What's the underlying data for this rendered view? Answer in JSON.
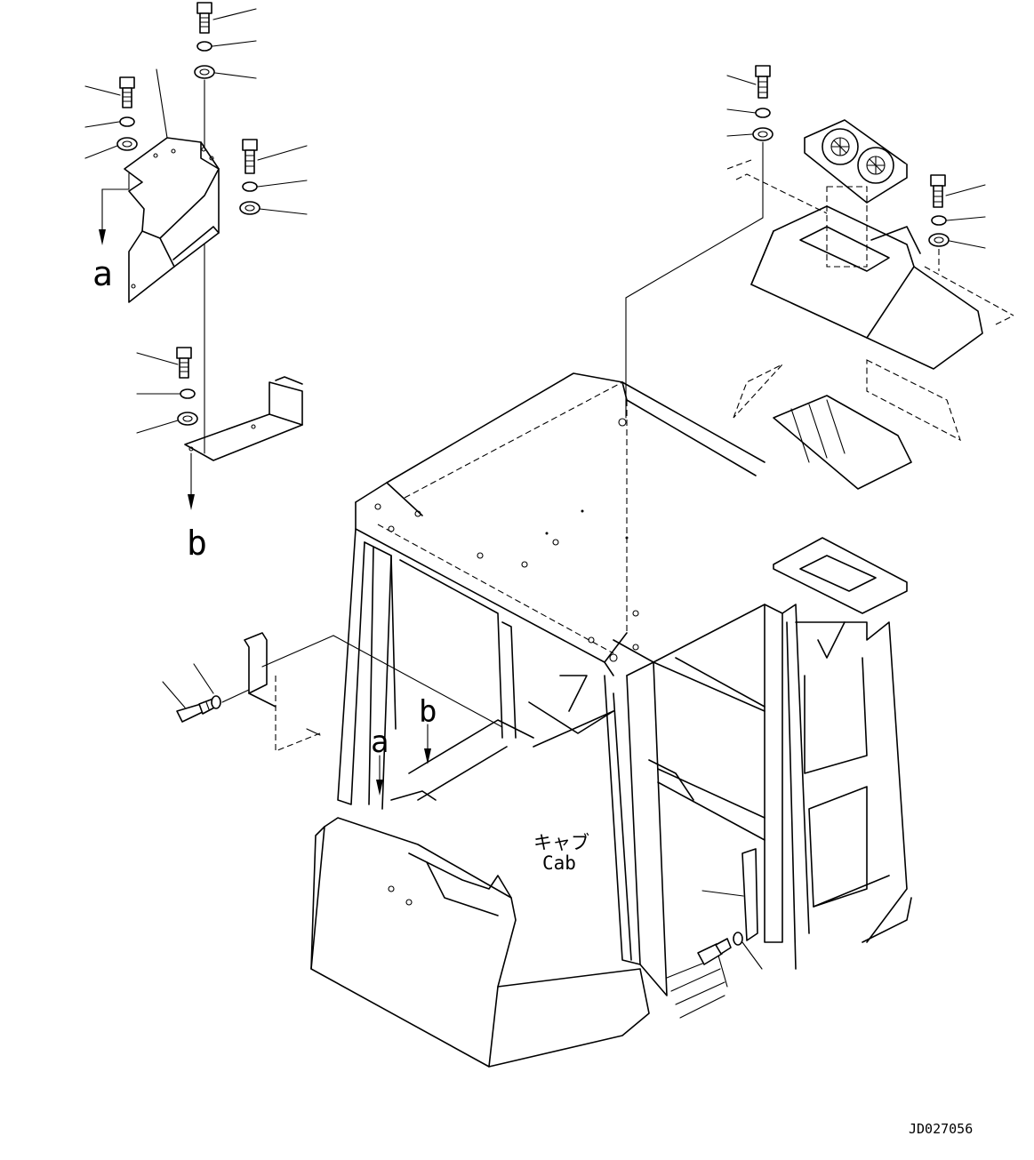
{
  "callouts": {
    "a_top": "a",
    "b_top": "b",
    "a_cab": "a",
    "b_cab": "b"
  },
  "cab_label": {
    "japanese": "キャブ",
    "english": "Cab"
  },
  "drawing_id": "JD027056"
}
